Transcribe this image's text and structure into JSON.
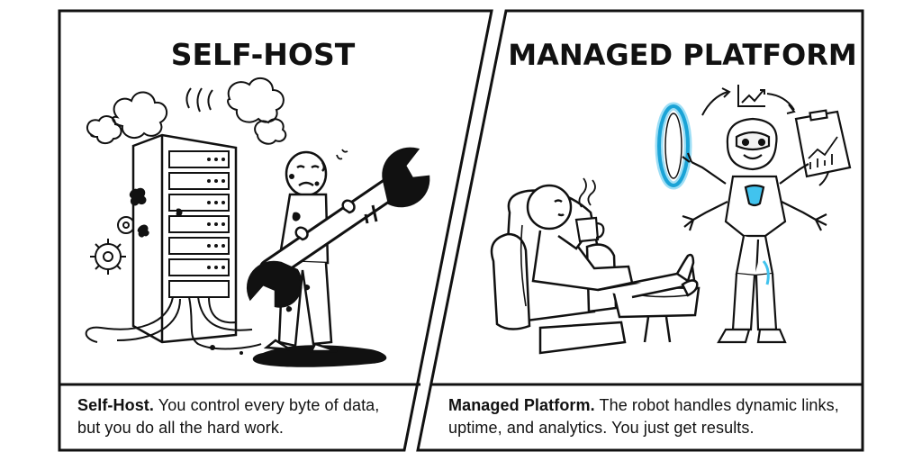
{
  "panels": {
    "left": {
      "title": "SELF-HOST",
      "caption_bold": "Self-Host.",
      "caption_text": " You control every byte of data, but you do all the hard work."
    },
    "right": {
      "title": "MANAGED PLATFORM",
      "caption_bold": "Managed Platform.",
      "caption_text": " The robot handles dynamic links, uptime, and analytics. You just get results."
    }
  },
  "colors": {
    "ink": "#111111",
    "portal_glow": "#29b6e8",
    "robot_core": "#41c3ee"
  }
}
